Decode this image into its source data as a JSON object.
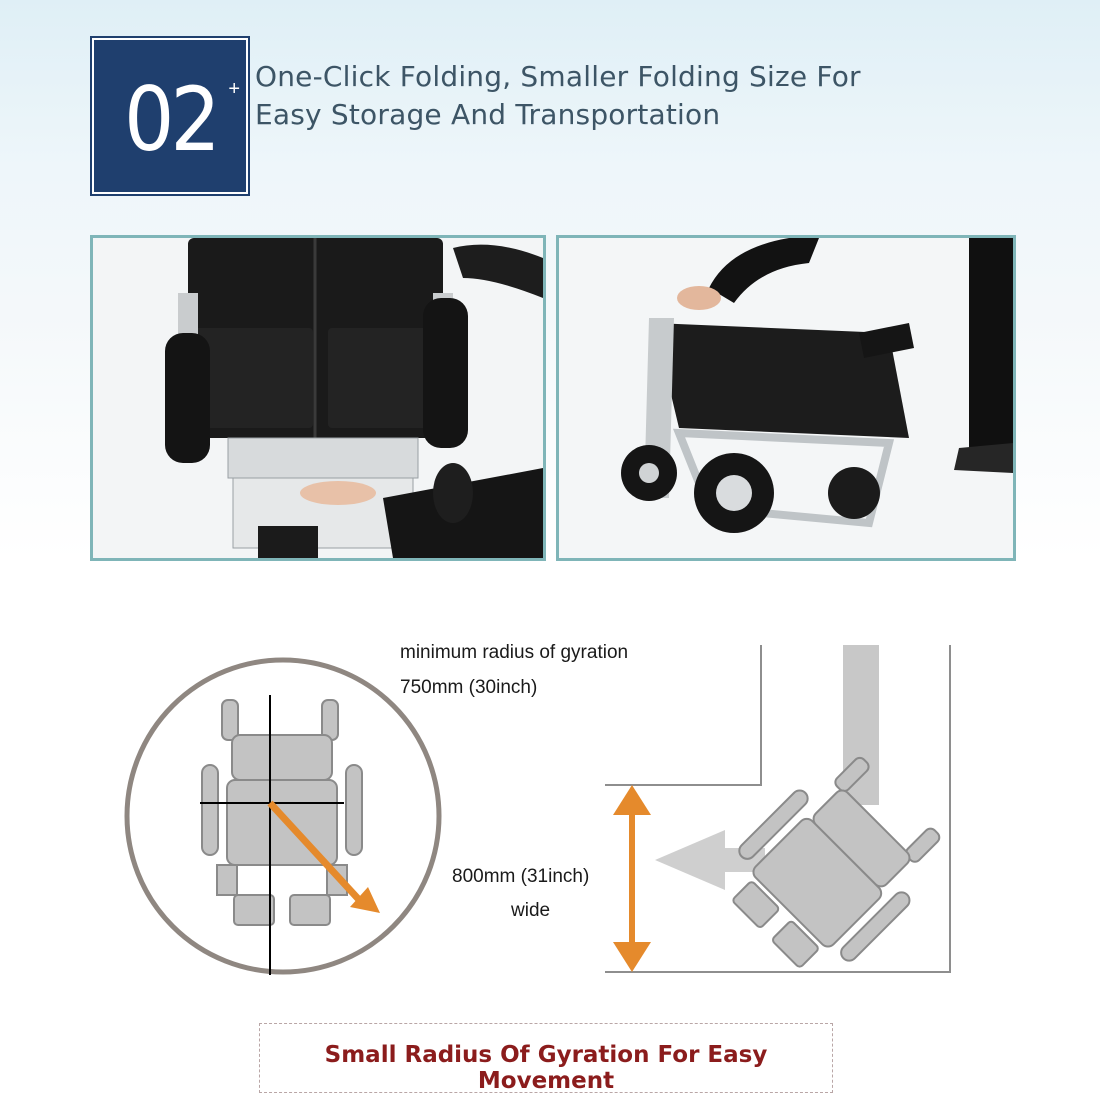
{
  "header": {
    "badge_number": "02",
    "badge_plus": "+",
    "headline_line1": "One-Click Folding, Smaller Folding Size For",
    "headline_line2": "Easy Storage And Transportation"
  },
  "photos": {
    "left": "person-folding-wheelchair-backrest",
    "right": "person-carrying-folded-wheelchair"
  },
  "diagram": {
    "radius_label": "minimum radius of gyration",
    "radius_value": "750mm (30inch)",
    "width_value": "800mm (31inch)",
    "width_label": "wide"
  },
  "caption": "Small Radius Of Gyration For Easy Movement",
  "colors": {
    "badge_bg": "#1f3f6e",
    "headline": "#3d5566",
    "frame": "#7fb5b8",
    "arrow": "#e58a2c",
    "caption": "#8b1c1c"
  }
}
